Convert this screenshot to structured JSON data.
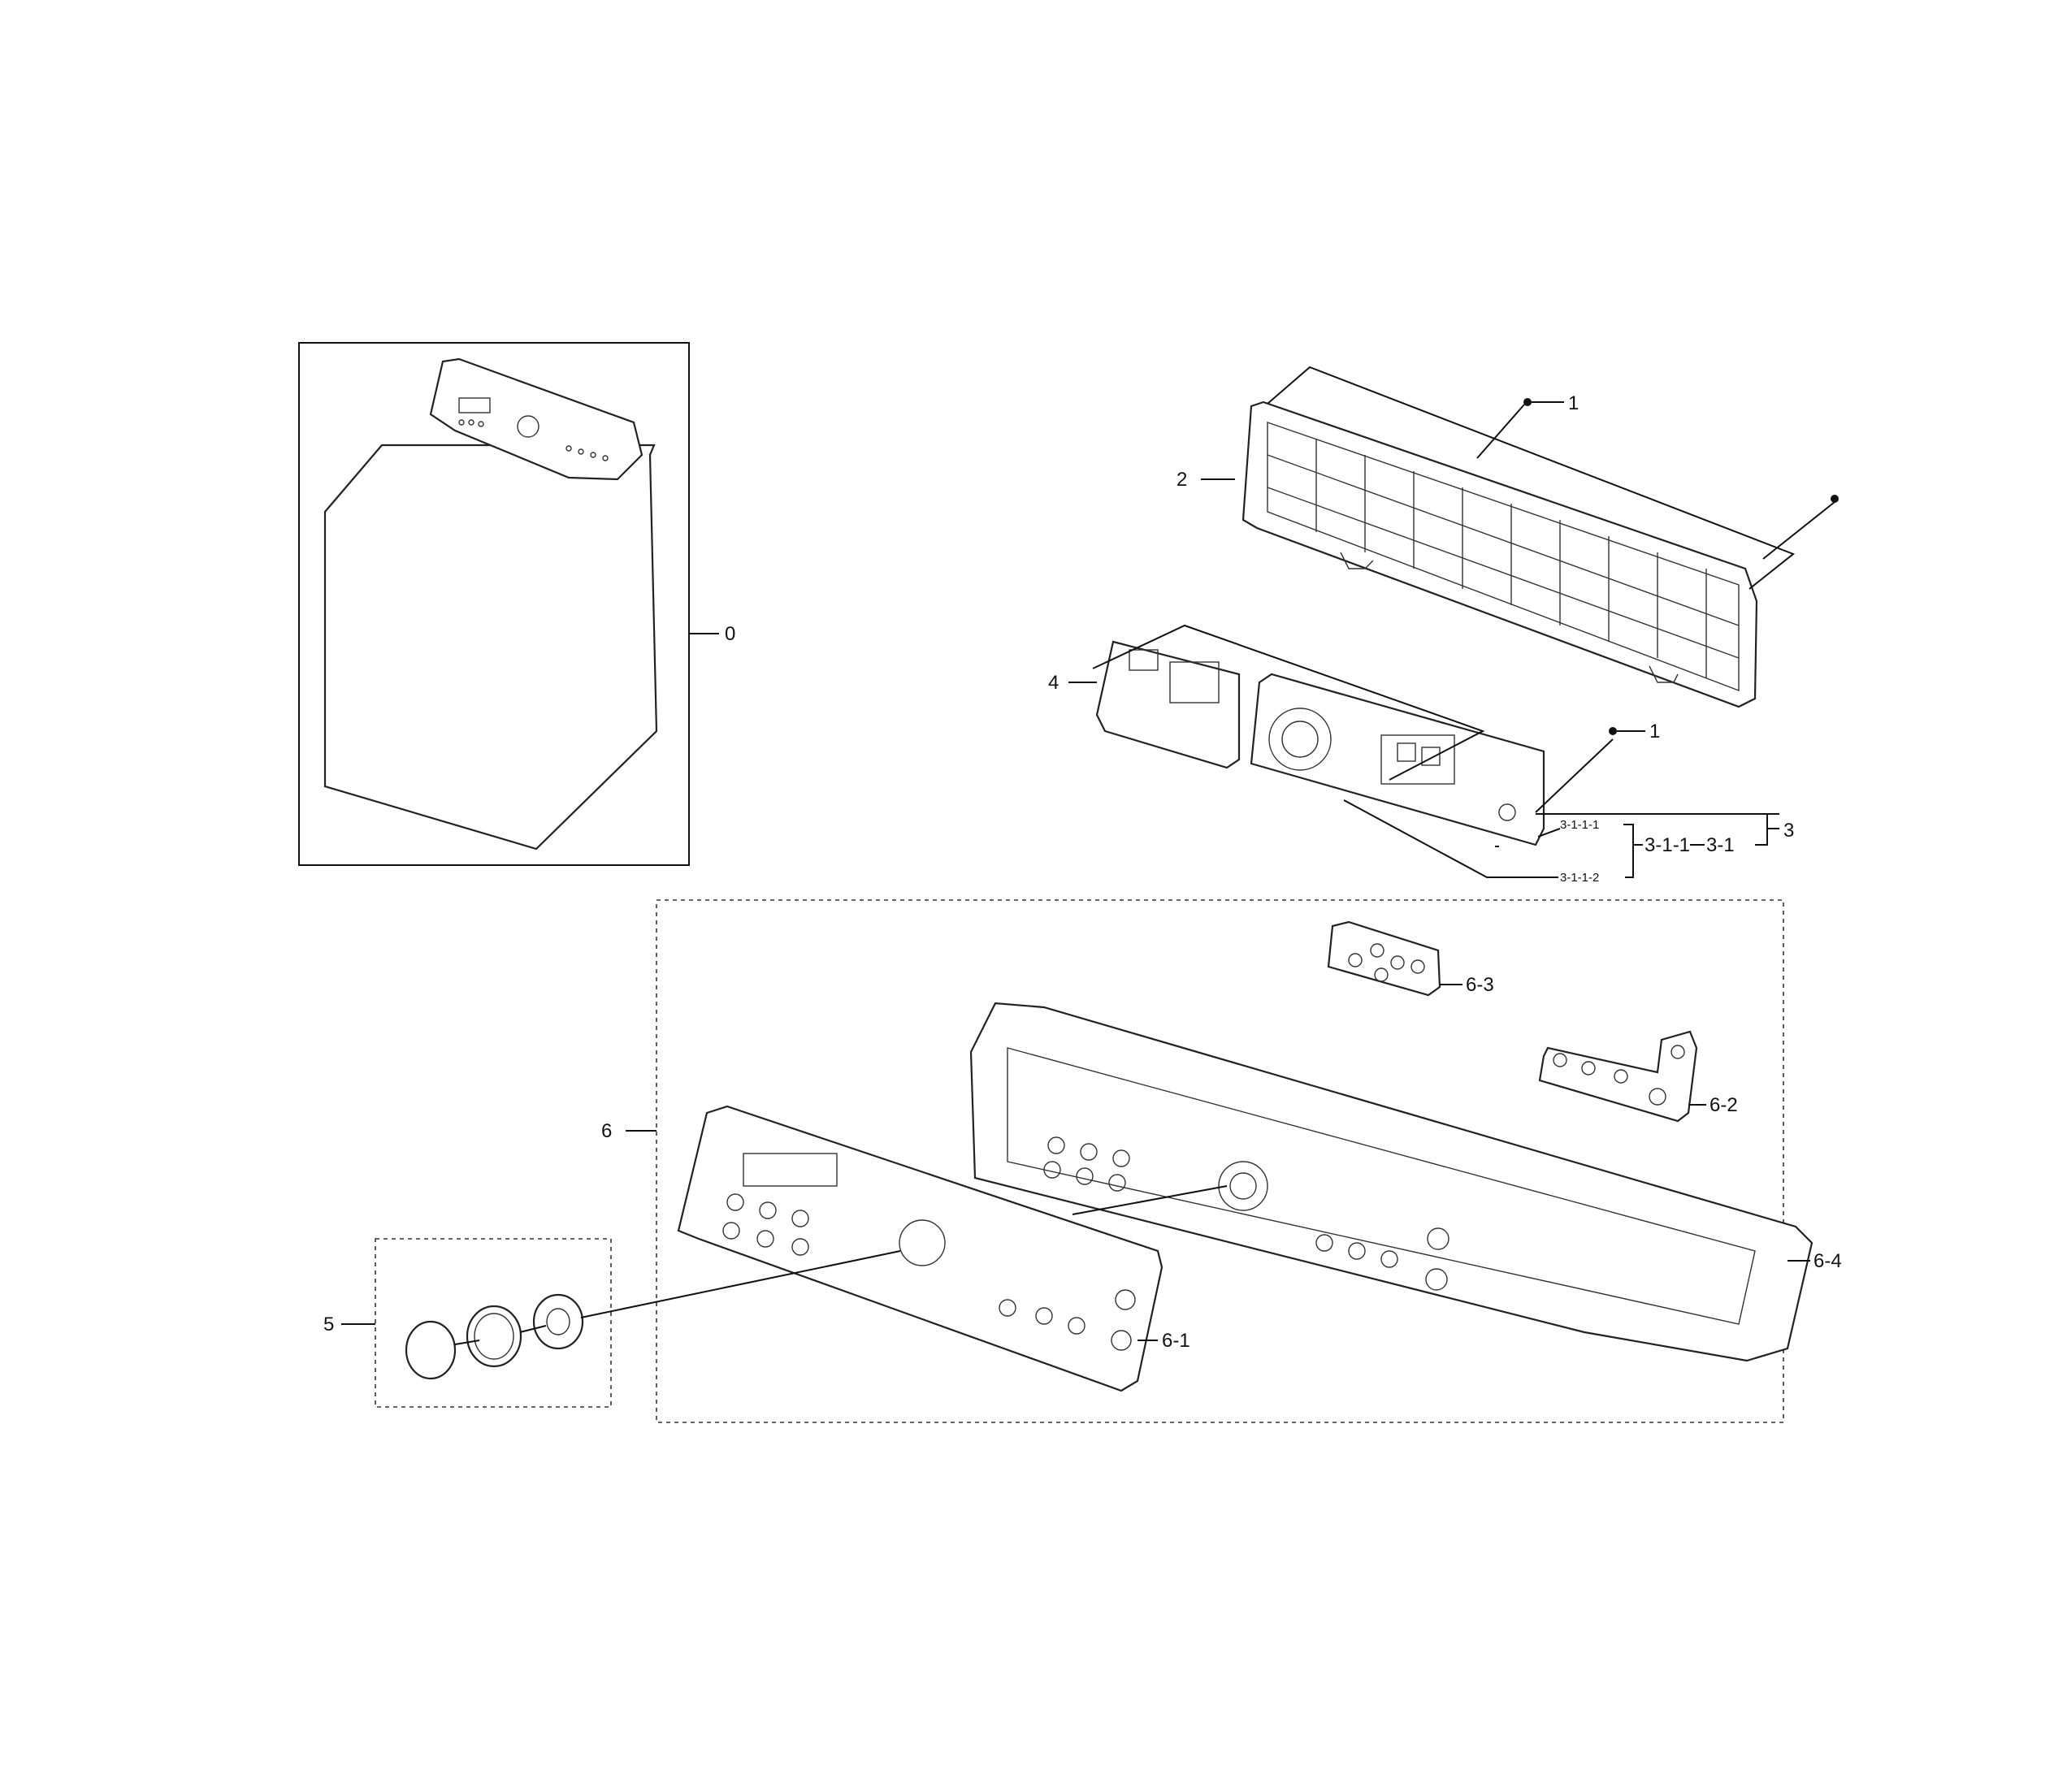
{
  "callouts": {
    "c0": "0",
    "c1a": "1",
    "c1b": "1",
    "c2": "2",
    "c3": "3",
    "c3_1": "3-1",
    "c3_1_1": "3-1-1",
    "c3_1_1_1": "3-1-1-1",
    "c3_1_1_2": "3-1-1-2",
    "c4": "4",
    "c5": "5",
    "c6": "6",
    "c6_1": "6-1",
    "c6_2": "6-2",
    "c6_3": "6-3",
    "c6_4": "6-4"
  }
}
